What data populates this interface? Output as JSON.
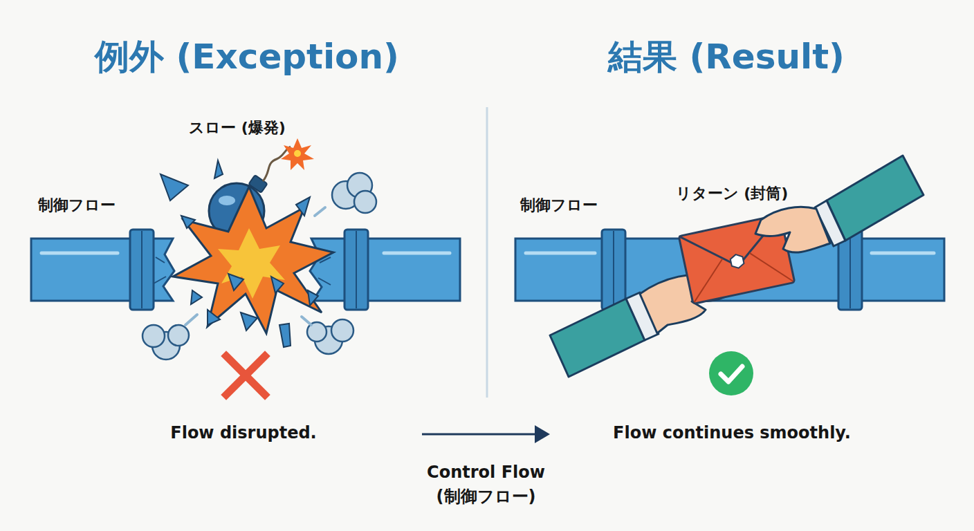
{
  "diagram": {
    "nodes": [
      {
        "text": [
          "例外 (Exception)",
          "Flow disrupted."
        ]
      },
      {
        "text": [
          "結果 (Result)",
          "Flow continues smoothly."
        ]
      }
    ],
    "edges": [
      {
        "from": 0,
        "to": 1,
        "arrow": "to",
        "label": "Control Flow (制御フロー)"
      }
    ],
    "labels": [
      "スロー (爆発)",
      "制御フロー",
      "リターン (封筒)",
      "制御フロー"
    ]
  }
}
